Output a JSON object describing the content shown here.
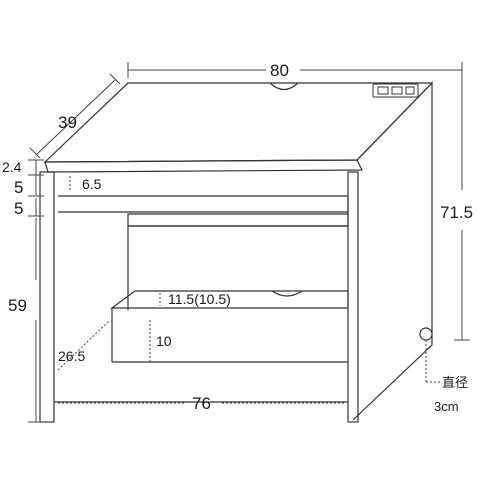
{
  "dimensions": {
    "top_width": "80",
    "depth": "39",
    "height": "71.5",
    "top_thickness": "2.4",
    "upper_gap": "5",
    "drawer_height": "5",
    "drawer_recess": "6.5",
    "lower_height": "59",
    "shelf_height": "11.5(10.5)",
    "shelf_front": "10",
    "shelf_depth": "26.5",
    "inner_width": "76"
  },
  "cable_hole": {
    "label": "直径",
    "size": "3cm"
  },
  "colors": {
    "line": "#333333",
    "dim_line": "#444444"
  }
}
